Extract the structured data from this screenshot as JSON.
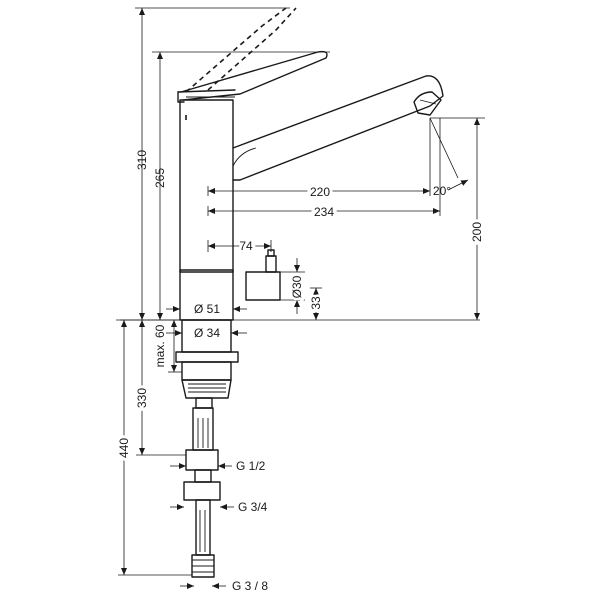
{
  "dimensions": {
    "total_height": "310",
    "body_height": "265",
    "spout_reach": "220",
    "spout_reach_total": "234",
    "handle_offset": "74",
    "spout_height": "200",
    "swivel_angle": "20°",
    "side_diameter": "Ø30",
    "side_height": "33",
    "base_diameter": "Ø 51",
    "mount_diameter": "Ø 34",
    "max_thickness": "max. 60",
    "under_depth": "330",
    "total_under_depth": "440",
    "thread_1": "G 1/2",
    "thread_2": "G 3/4",
    "thread_3": "G 3 / 8"
  }
}
